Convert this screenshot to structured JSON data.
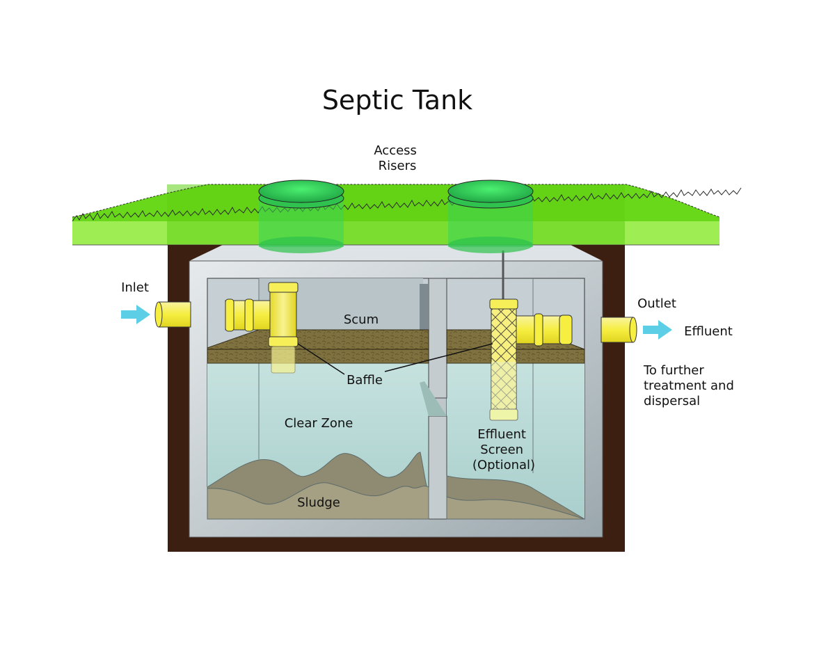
{
  "title": "Septic Tank",
  "labels": {
    "access_risers": [
      "Access",
      "Risers"
    ],
    "inlet": "Inlet",
    "outlet": "Outlet",
    "effluent": "Effluent",
    "further": [
      "To further",
      "treatment and",
      "dispersal"
    ],
    "scum": "Scum",
    "baffle": "Baffle",
    "clear_zone": "Clear Zone",
    "sludge": "Sludge",
    "effluent_screen": [
      "Effluent",
      "Screen",
      "(Optional)"
    ]
  },
  "colors": {
    "soil": "#3d1f12",
    "grass_dark": "#5fd400",
    "grass_light": "#a6f55a",
    "riser": "#3ad45a",
    "tank_concrete": "#c4ccd0",
    "water": "#b6d8d6",
    "scum": "#7a6a33",
    "sludge": "#9a9478",
    "pipe": "#f6f060",
    "flow_arrow": "#5ccfe6"
  }
}
